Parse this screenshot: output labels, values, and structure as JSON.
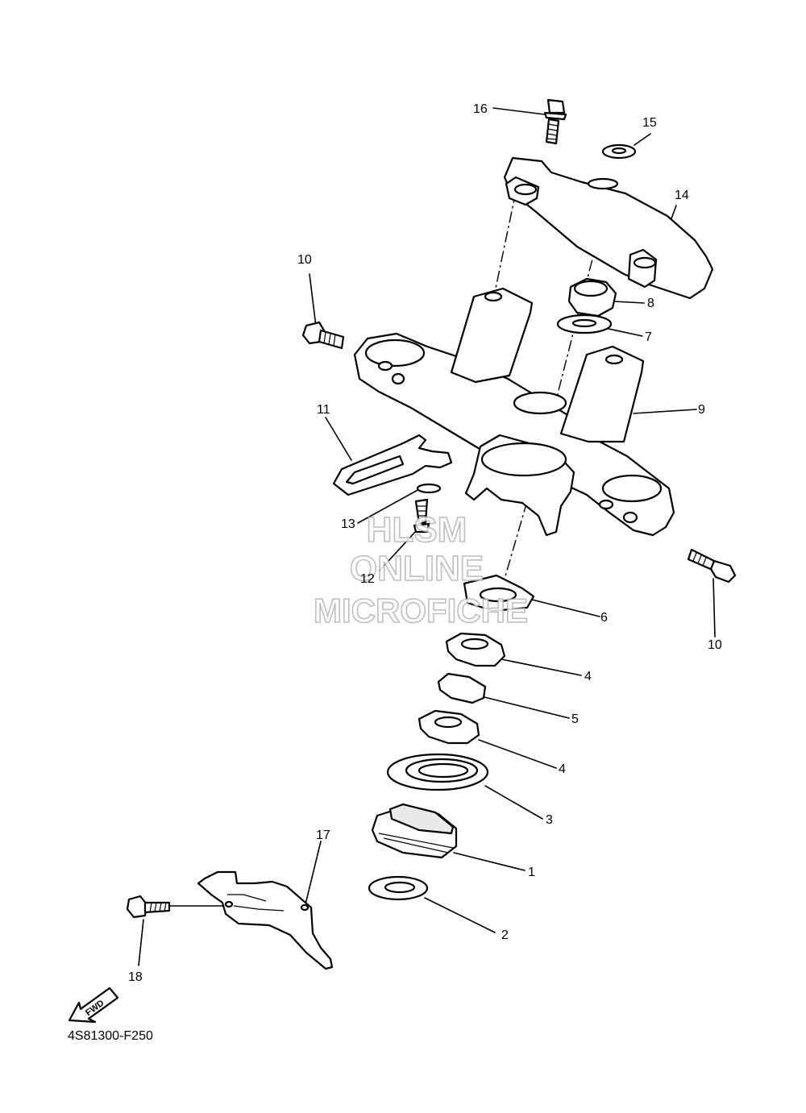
{
  "diagram_code": "4S81300-F250",
  "fwd_label": "FWD",
  "watermark": [
    "HLSM",
    "ONLINE",
    "MICROFICHE"
  ],
  "callouts": {
    "c1": "1",
    "c2": "2",
    "c3": "3",
    "c4a": "4",
    "c4b": "4",
    "c5": "5",
    "c6": "6",
    "c7": "7",
    "c8": "8",
    "c9": "9",
    "c10a": "10",
    "c10b": "10",
    "c11": "11",
    "c12": "12",
    "c13": "13",
    "c14": "14",
    "c15": "15",
    "c16": "16",
    "c17": "17",
    "c18": "18"
  }
}
